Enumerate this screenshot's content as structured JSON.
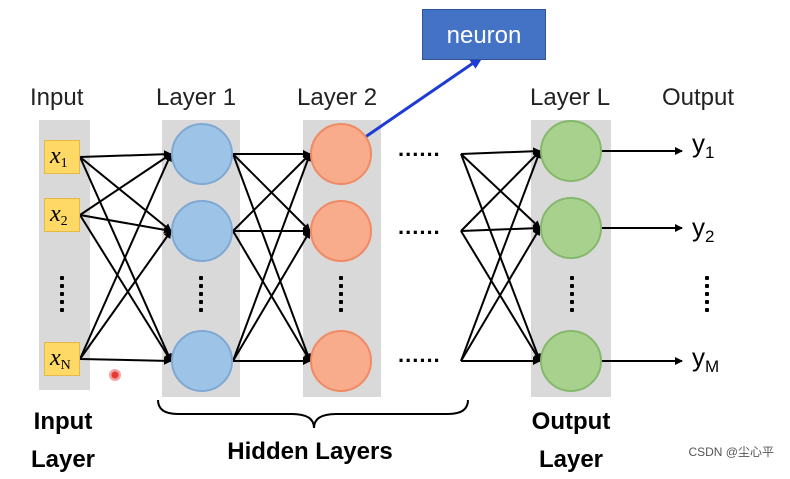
{
  "labels": {
    "input": "Input",
    "layer1": "Layer 1",
    "layer2": "Layer 2",
    "layerL": "Layer L",
    "output": "Output",
    "neuron": "neuron",
    "input_layer": [
      "Input",
      "Layer"
    ],
    "hidden_layers": "Hidden Layers",
    "output_layer": [
      "Output",
      "Layer"
    ],
    "watermark": "CSDN @尘心平"
  },
  "inputs": [
    {
      "base": "x",
      "sub": "1"
    },
    {
      "base": "x",
      "sub": "2"
    },
    {
      "base": "x",
      "sub": "N"
    }
  ],
  "outputs": [
    {
      "base": "y",
      "sub": "1"
    },
    {
      "base": "y",
      "sub": "2"
    },
    {
      "base": "y",
      "sub": "M"
    }
  ],
  "ellipsis": "......",
  "colors": {
    "layer_bg": "#d9d9d9",
    "hidden1": "#9dc3e6",
    "hidden2": "#f8ac8c",
    "output": "#a9d18e",
    "input_box": "#ffd966",
    "neuron_box": "#4472c4",
    "pointer_arrow": "#1f3bd6"
  }
}
